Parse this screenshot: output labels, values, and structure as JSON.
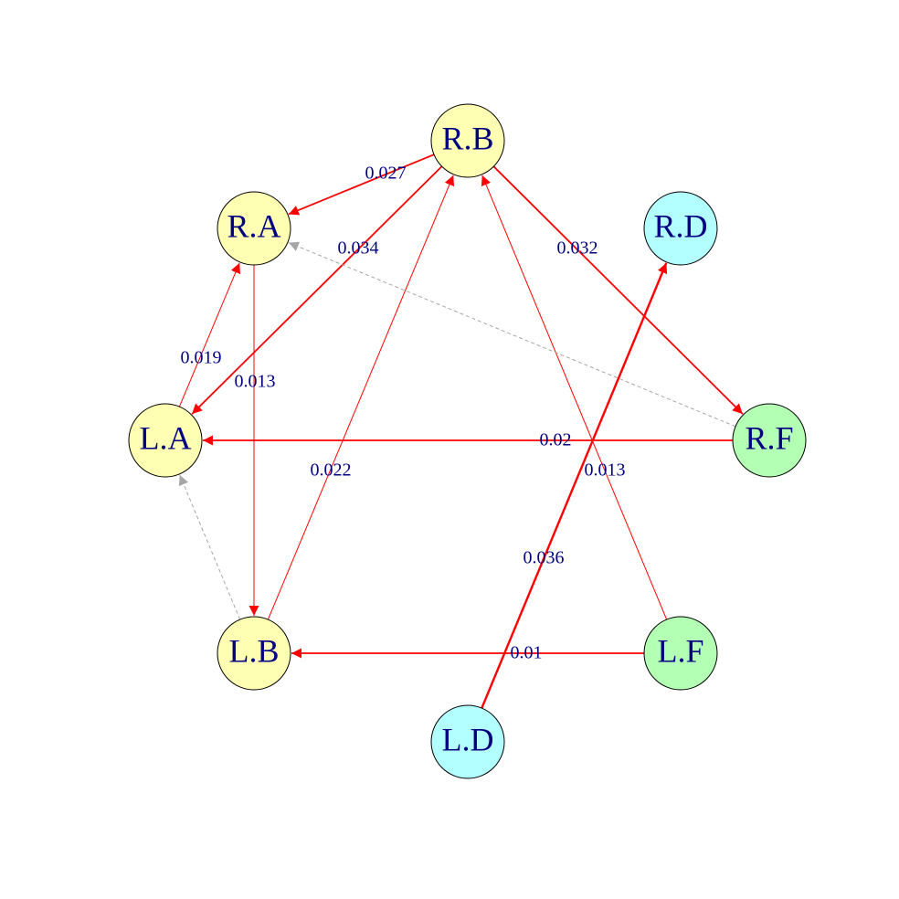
{
  "colors": {
    "yellow": "#ffffb3",
    "cyan": "#b3ffff",
    "green": "#b3ffb3",
    "edge": "#ff0000",
    "edge_dashed": "#a6a6a6",
    "text": "#000080",
    "border": "#000000"
  },
  "nodes": [
    {
      "id": "RB",
      "label": "R.B",
      "color": "yellow"
    },
    {
      "id": "RA",
      "label": "R.A",
      "color": "yellow"
    },
    {
      "id": "RD",
      "label": "R.D",
      "color": "cyan"
    },
    {
      "id": "LA",
      "label": "L.A",
      "color": "yellow"
    },
    {
      "id": "RF",
      "label": "R.F",
      "color": "green"
    },
    {
      "id": "LB",
      "label": "L.B",
      "color": "yellow"
    },
    {
      "id": "LF",
      "label": "L.F",
      "color": "green"
    },
    {
      "id": "LD",
      "label": "L.D",
      "color": "cyan"
    }
  ],
  "edges": [
    {
      "id": "rb-ra",
      "from": "RB",
      "to": "RA",
      "label": "0.027",
      "style": "solid",
      "weight": "medium"
    },
    {
      "id": "rb-la",
      "from": "RB",
      "to": "LA",
      "label": "0.034",
      "style": "solid",
      "weight": "medium"
    },
    {
      "id": "rb-rf",
      "from": "RB",
      "to": "RF",
      "label": "0.032",
      "style": "solid",
      "weight": "medium"
    },
    {
      "id": "la-ra",
      "from": "LA",
      "to": "RA",
      "label": "0.019",
      "style": "solid",
      "weight": "thin"
    },
    {
      "id": "ra-lb",
      "from": "RA",
      "to": "LB",
      "label": "0.013",
      "style": "solid",
      "weight": "thin"
    },
    {
      "id": "lb-rb",
      "from": "LB",
      "to": "RB",
      "label": "0.022",
      "style": "solid",
      "weight": "thin"
    },
    {
      "id": "rf-la",
      "from": "RF",
      "to": "LA",
      "label": "0.02",
      "style": "solid",
      "weight": "medium"
    },
    {
      "id": "lf-rb",
      "from": "LF",
      "to": "RB",
      "label": "0.013",
      "style": "solid",
      "weight": "thin"
    },
    {
      "id": "ld-rd",
      "from": "LD",
      "to": "RD",
      "label": "0.036",
      "style": "solid",
      "weight": "thick"
    },
    {
      "id": "lf-lb",
      "from": "LF",
      "to": "LB",
      "label": "0.01",
      "style": "solid",
      "weight": "medium"
    },
    {
      "id": "rf-ra",
      "from": "RF",
      "to": "RA",
      "label": "",
      "style": "dashed",
      "weight": "thin"
    },
    {
      "id": "lb-la",
      "from": "LB",
      "to": "LA",
      "label": "",
      "style": "dashed",
      "weight": "thin"
    }
  ]
}
